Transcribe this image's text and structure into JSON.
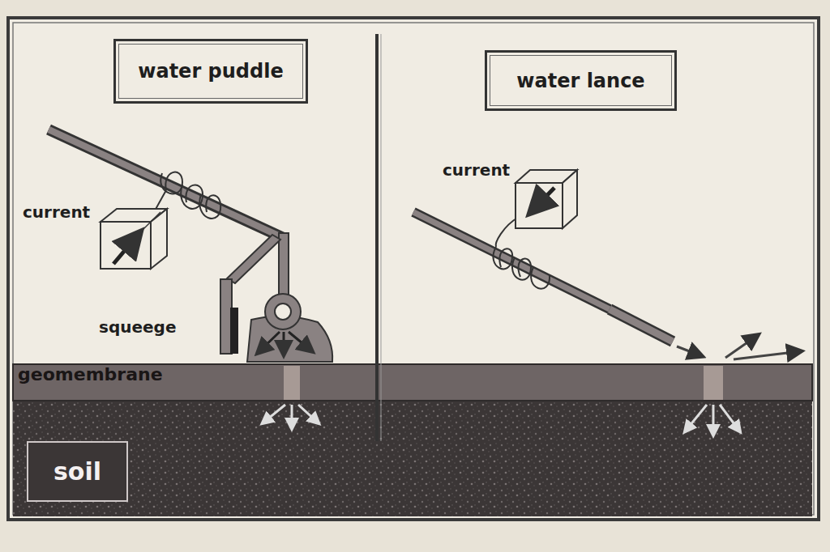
{
  "diagram": {
    "nodes": [
      {
        "text": [
          "water puddle"
        ]
      },
      {
        "text": [
          "water lance"
        ]
      },
      {
        "text": [
          "geomembrane"
        ]
      },
      {
        "text": [
          "soil"
        ]
      }
    ],
    "edges": [],
    "labels": [
      "current",
      "squeege",
      "current"
    ]
  }
}
